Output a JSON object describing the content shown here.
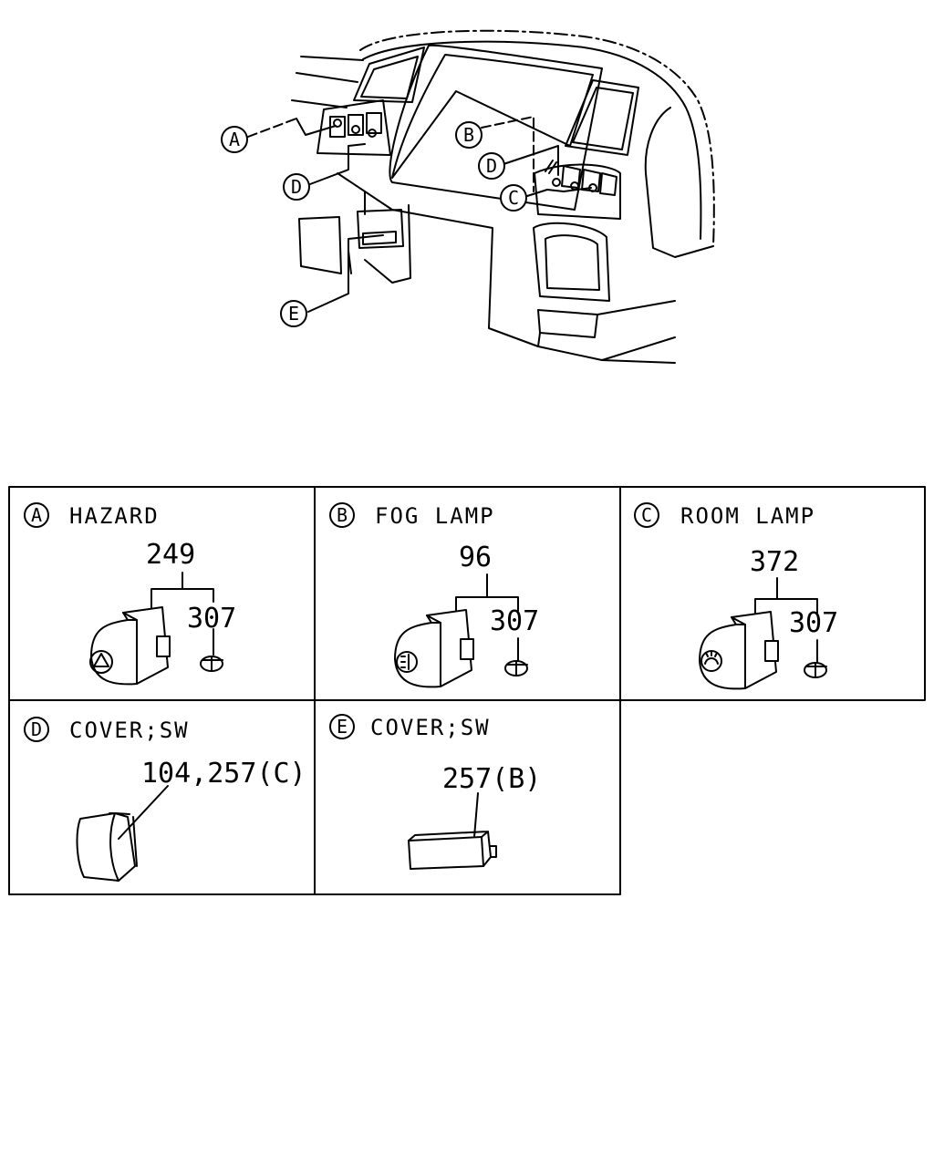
{
  "callouts": {
    "A": "A",
    "B": "B",
    "C": "C",
    "D": "D",
    "E": "E"
  },
  "panels": [
    {
      "letter": "A",
      "title": "HAZARD",
      "parts": [
        "249",
        "307"
      ]
    },
    {
      "letter": "B",
      "title": "FOG LAMP",
      "parts": [
        "96",
        "307"
      ]
    },
    {
      "letter": "C",
      "title": "ROOM LAMP",
      "parts": [
        "372",
        "307"
      ]
    },
    {
      "letter": "D",
      "title": "COVER;SW",
      "parts": [
        "104,257(C)"
      ]
    },
    {
      "letter": "E",
      "title": "COVER;SW",
      "parts": [
        "257(B)"
      ]
    }
  ]
}
